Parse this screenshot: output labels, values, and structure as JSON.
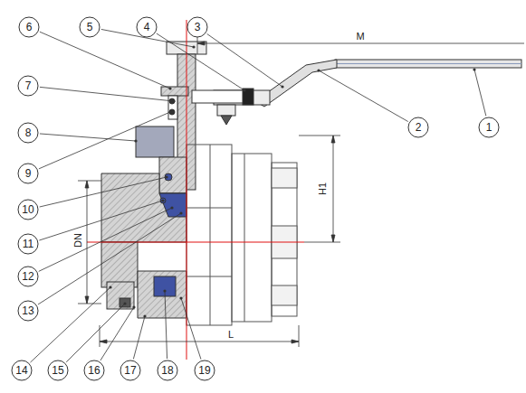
{
  "diagram": {
    "nodes": [
      {
        "text": [
          "1"
        ]
      },
      {
        "text": [
          "2"
        ]
      },
      {
        "text": [
          "3"
        ]
      },
      {
        "text": [
          "4"
        ]
      },
      {
        "text": [
          "5"
        ]
      },
      {
        "text": [
          "6"
        ]
      },
      {
        "text": [
          "7"
        ]
      },
      {
        "text": [
          "8"
        ]
      },
      {
        "text": [
          "9"
        ]
      },
      {
        "text": [
          "10"
        ]
      },
      {
        "text": [
          "11"
        ]
      },
      {
        "text": [
          "12"
        ]
      },
      {
        "text": [
          "13"
        ]
      },
      {
        "text": [
          "14"
        ]
      },
      {
        "text": [
          "15"
        ]
      },
      {
        "text": [
          "16"
        ]
      },
      {
        "text": [
          "17"
        ]
      },
      {
        "text": [
          "18"
        ]
      },
      {
        "text": [
          "19"
        ]
      }
    ],
    "labels": [
      "M",
      "H1",
      "DN",
      "L"
    ]
  }
}
